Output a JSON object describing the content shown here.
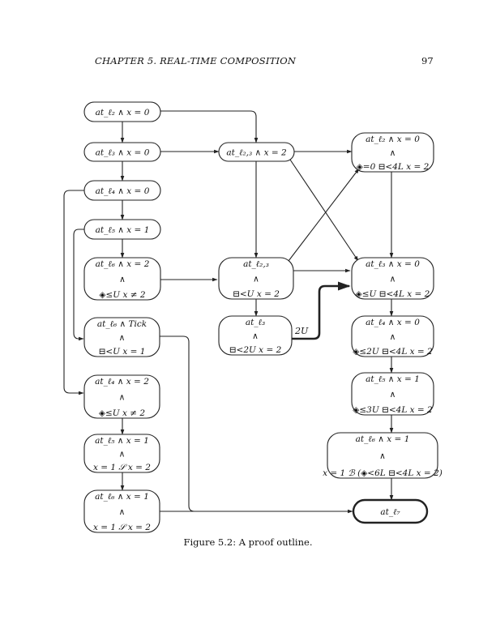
{
  "header": {
    "chapter": "CHAPTER 5.  REAL-TIME COMPOSITION",
    "page_number": "97"
  },
  "caption": "Figure 5.2: A proof outline.",
  "diagram": {
    "nodes": [
      {
        "id": "n1",
        "lines": [
          "at_ℓ₂ ∧ x = 0"
        ]
      },
      {
        "id": "n2",
        "lines": [
          "at_ℓ₃ ∧ x = 0"
        ]
      },
      {
        "id": "n3",
        "lines": [
          "at_ℓ₄ ∧ x = 0"
        ]
      },
      {
        "id": "n4",
        "lines": [
          "at_ℓ₅ ∧ x = 1"
        ]
      },
      {
        "id": "n5",
        "lines": [
          "at_ℓ₆ ∧ x = 2",
          "∧",
          "◈≤U x ≠ 2"
        ]
      },
      {
        "id": "n6",
        "lines": [
          "at_ℓ₆ ∧ Tick",
          "∧",
          "⊟<U x = 1"
        ]
      },
      {
        "id": "n7",
        "lines": [
          "at_ℓ₄ ∧ x = 2",
          "∧",
          "◈≤U x ≠ 2"
        ]
      },
      {
        "id": "n8",
        "lines": [
          "at_ℓ₅ ∧ x = 1",
          "∧",
          "x = 1 𝒮 x = 2"
        ]
      },
      {
        "id": "n9",
        "lines": [
          "at_ℓ₆ ∧ x = 1",
          "∧",
          "x = 1 𝒮 x = 2"
        ]
      },
      {
        "id": "m1",
        "lines": [
          "at_ℓ₂,₃ ∧ x = 2"
        ]
      },
      {
        "id": "m2",
        "lines": [
          "at_ℓ₂,₃",
          "∧",
          "⊟<U x = 2"
        ]
      },
      {
        "id": "m3",
        "lines": [
          "at_ℓ₃",
          "∧",
          "⊟<2U x = 2"
        ]
      },
      {
        "id": "r1",
        "lines": [
          "at_ℓ₂ ∧ x = 0",
          "∧",
          "◈=0 ⊟<4L x = 2"
        ]
      },
      {
        "id": "r2",
        "lines": [
          "at_ℓ₃ ∧ x = 0",
          "∧",
          "◈≤U ⊟<4L x = 2"
        ]
      },
      {
        "id": "r3",
        "lines": [
          "at_ℓ₄ ∧ x = 0",
          "∧",
          "◈≤2U ⊟<4L x = 2"
        ]
      },
      {
        "id": "r4",
        "lines": [
          "at_ℓ₅ ∧ x = 1",
          "∧",
          "◈≤3U ⊟<4L x = 2"
        ]
      },
      {
        "id": "r5",
        "lines": [
          "at_ℓ₆ ∧ x = 1",
          "∧",
          "x = 1 ℬ (◈<6L ⊟<4L x = 2)"
        ]
      },
      {
        "id": "r6",
        "lines": [
          "at_ℓ₇"
        ]
      }
    ],
    "edges": [
      {
        "from": "n1",
        "to": "n2"
      },
      {
        "from": "n2",
        "to": "n3"
      },
      {
        "from": "n3",
        "to": "n4"
      },
      {
        "from": "n4",
        "to": "n5"
      },
      {
        "from": "n1",
        "to": "m1"
      },
      {
        "from": "n2",
        "to": "m1"
      },
      {
        "from": "n3",
        "to": "n7"
      },
      {
        "from": "n4",
        "to": "n6"
      },
      {
        "from": "n5",
        "to": "m2"
      },
      {
        "from": "n6",
        "to": "r6"
      },
      {
        "from": "n7",
        "to": "n8"
      },
      {
        "from": "n8",
        "to": "n9"
      },
      {
        "from": "n9",
        "to": "r6"
      },
      {
        "from": "m1",
        "to": "r1"
      },
      {
        "from": "m1",
        "to": "m2"
      },
      {
        "from": "m1",
        "to": "r2"
      },
      {
        "from": "m2",
        "to": "r1"
      },
      {
        "from": "m2",
        "to": "r2"
      },
      {
        "from": "m2",
        "to": "m3"
      },
      {
        "from": "m3",
        "to": "r2",
        "label": "2U",
        "bold": true
      },
      {
        "from": "r1",
        "to": "r2"
      },
      {
        "from": "r2",
        "to": "r3"
      },
      {
        "from": "r3",
        "to": "r4"
      },
      {
        "from": "r4",
        "to": "r5"
      },
      {
        "from": "r5",
        "to": "r6"
      }
    ]
  }
}
